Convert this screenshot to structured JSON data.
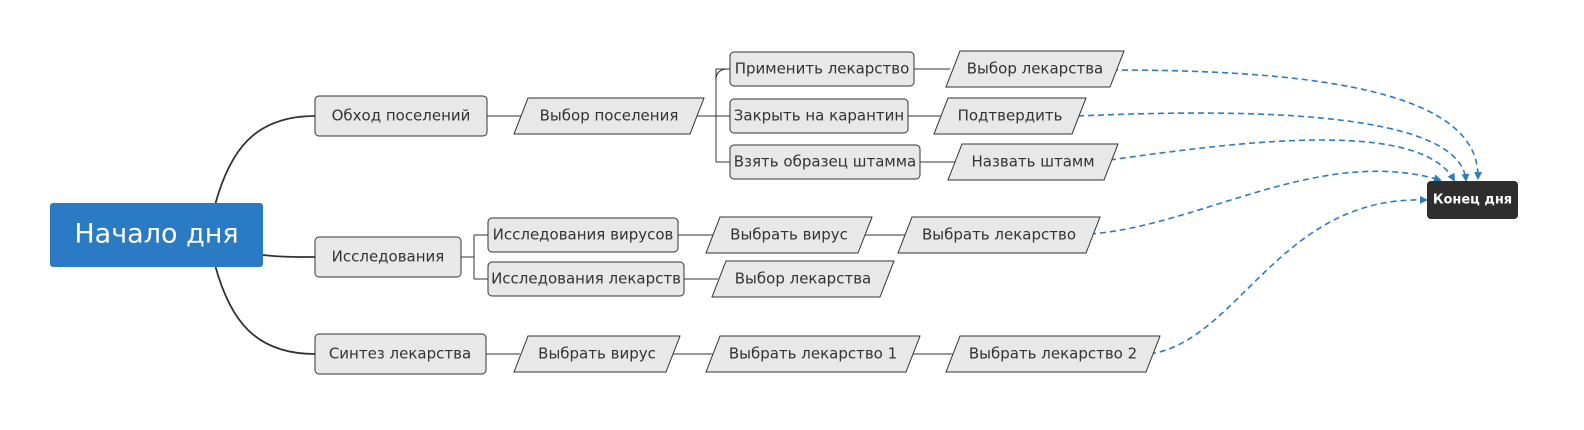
{
  "root": {
    "label": "Начало дня"
  },
  "end": {
    "label": "Конец дня"
  },
  "branches": {
    "visit": {
      "label": "Обход поселений",
      "select": "Выбор поселения",
      "apply": "Применить лекарство",
      "apply_choice": "Выбор лекарства",
      "quarantine": "Закрыть на карантин",
      "confirm": "Подтвердить",
      "sample": "Взять образец штамма",
      "name_strain": "Назвать штамм"
    },
    "research": {
      "label": "Исследования",
      "virus": "Исследования вирусов",
      "pick_virus": "Выбрать вирус",
      "pick_drug": "Выбрать лекарство",
      "drug": "Исследования лекарств",
      "drug_choice": "Выбор лекарства"
    },
    "synthesis": {
      "label": "Синтез лекарства",
      "pick_virus": "Выбрать вирус",
      "drug1": "Выбрать лекарство 1",
      "drug2": "Выбрать лекарство 2"
    }
  },
  "colors": {
    "root": "#2b7bc4",
    "end": "#2e2e2e",
    "node_fill": "#e8e8e8",
    "dashed_link": "#2f7bc2"
  }
}
